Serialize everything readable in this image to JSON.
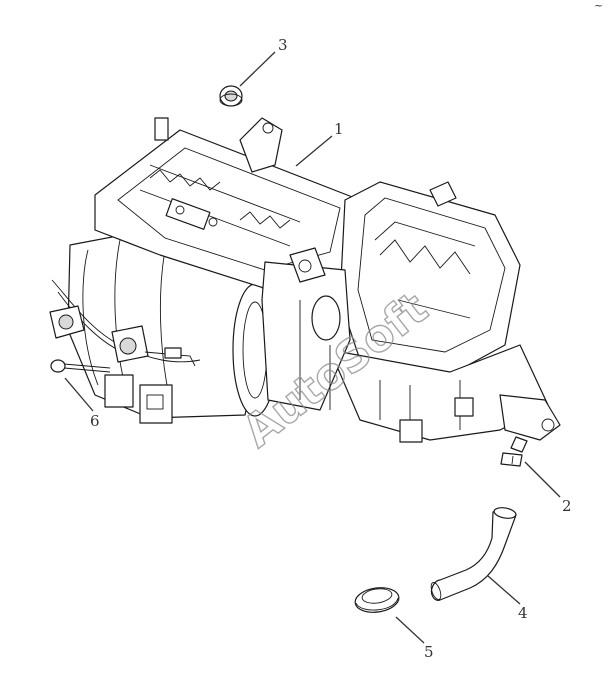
{
  "diagram": {
    "callouts": [
      {
        "id": "1",
        "label": "1"
      },
      {
        "id": "2",
        "label": "2"
      },
      {
        "id": "3",
        "label": "3"
      },
      {
        "id": "4",
        "label": "4"
      },
      {
        "id": "5",
        "label": "5"
      },
      {
        "id": "6",
        "label": "6"
      }
    ],
    "watermark": "AutoSoft",
    "corner_mark": "~"
  }
}
